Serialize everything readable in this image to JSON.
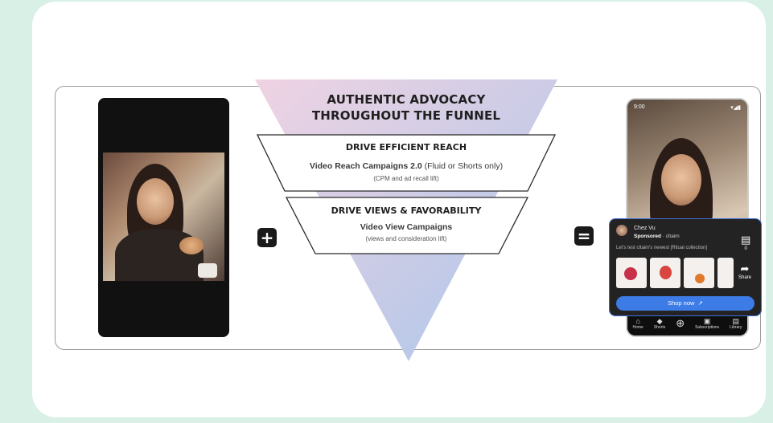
{
  "funnel": {
    "title_line1": "AUTHENTIC ADVOCACY",
    "title_line2": "THROUGHOUT THE FUNNEL",
    "stage1": {
      "heading": "DRIVE EFFICIENT REACH",
      "campaign": "Video Reach Campaigns 2.0",
      "qualifier": "(Fluid or Shorts only)",
      "note": "(CPM and ad recall lift)"
    },
    "stage2": {
      "heading": "DRIVE VIEWS & FAVORABILITY",
      "campaign": "Video View Campaigns",
      "note": "(views and consideration lift)"
    },
    "colors": {
      "top": "#e8c8dc",
      "bottom": "#a8c8e8",
      "accent": "#3d7be6"
    }
  },
  "operators": {
    "plus": "+",
    "equals": "="
  },
  "right_phone": {
    "status_left": "9:00",
    "status_right": "▾◢▮",
    "nav": [
      {
        "icon": "home-icon",
        "glyph": "⌂",
        "label": "Home"
      },
      {
        "icon": "shorts-icon",
        "glyph": "◆",
        "label": "Shorts"
      },
      {
        "icon": "create-icon",
        "glyph": "⊕",
        "label": ""
      },
      {
        "icon": "subscriptions-icon",
        "glyph": "▣",
        "label": "Subscriptions"
      },
      {
        "icon": "library-icon",
        "glyph": "▤",
        "label": "Library"
      }
    ]
  },
  "ad": {
    "channel": "Chez Vu",
    "sponsored": "Sponsored",
    "brand": "· cltaim",
    "description": "Let's test cltaim's newest [Ritual collection]",
    "shop_label": "Shop now",
    "comment_count": "0",
    "share_label": "Share"
  }
}
